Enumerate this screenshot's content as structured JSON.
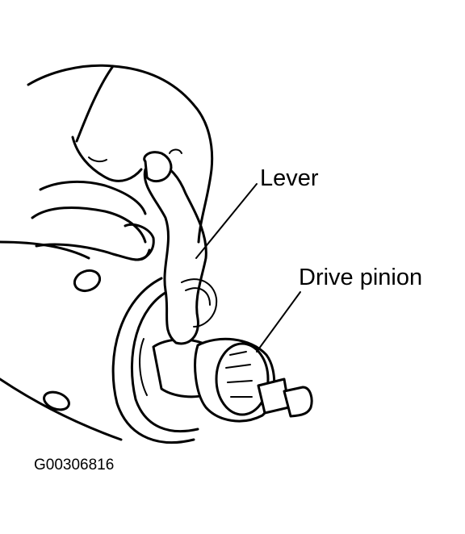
{
  "labels": {
    "lever": "Lever",
    "drive_pinion": "Drive pinion",
    "figure_code": "G00306816"
  },
  "colors": {
    "line": "#000000",
    "background": "#ffffff"
  }
}
